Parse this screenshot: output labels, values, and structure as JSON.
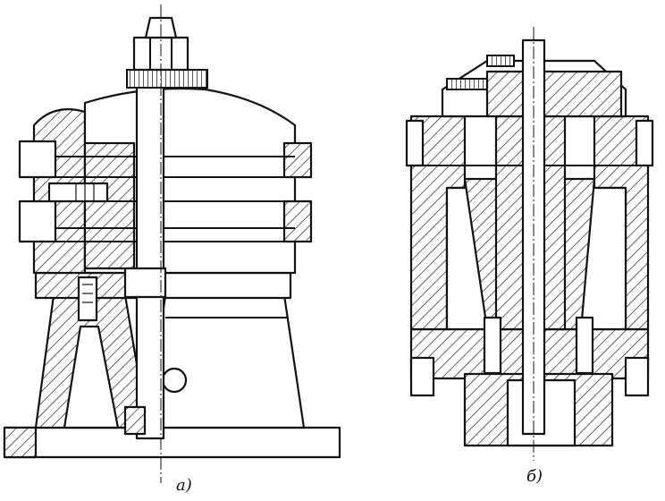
{
  "figure": {
    "views": [
      {
        "id": "a",
        "caption": "а)"
      },
      {
        "id": "b",
        "caption": "б)"
      }
    ]
  },
  "colors": {
    "ink": "#111111",
    "paper": "#ffffff"
  }
}
